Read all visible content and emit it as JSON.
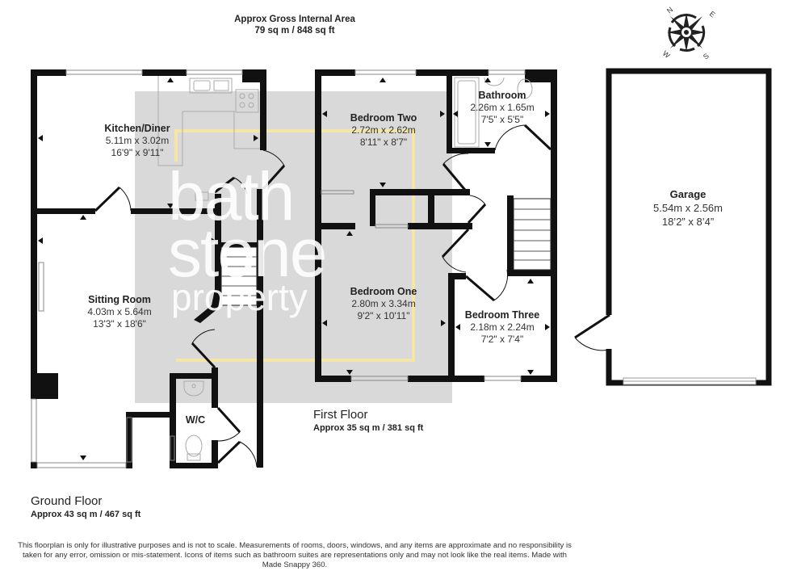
{
  "header": {
    "gross_area_title": "Approx Gross Internal Area",
    "gross_area_value": "79 sq m / 848 sq ft"
  },
  "compass": {
    "icon": "compass-rose-icon",
    "labels": {
      "n": "N",
      "e": "E",
      "s": "S",
      "w": "W"
    }
  },
  "watermark": {
    "line1": "bath",
    "line2": "stone",
    "line3": "property",
    "accent_color": "#f5e6a8",
    "panel_color": "#d9d9d9"
  },
  "ground_floor": {
    "label": "Ground Floor",
    "area": "Approx 43 sq m / 467 sq ft",
    "rooms": [
      {
        "name": "Kitchen/Diner",
        "metric": "5.11m x 3.02m",
        "imperial": "16'9\" x 9'11\""
      },
      {
        "name": "Sitting Room",
        "metric": "4.03m x 5.64m",
        "imperial": "13'3\" x 18'6\""
      },
      {
        "name": "W/C"
      }
    ]
  },
  "first_floor": {
    "label": "First Floor",
    "area": "Approx 35 sq m / 381 sq ft",
    "rooms": [
      {
        "name": "Bedroom Two",
        "metric": "2.72m x 2.62m",
        "imperial": "8'11\" x 8'7\""
      },
      {
        "name": "Bathroom",
        "metric": "2.26m x 1.65m",
        "imperial": "7'5\" x 5'5\""
      },
      {
        "name": "Bedroom One",
        "metric": "2.80m x 3.34m",
        "imperial": "9'2\" x 10'11\""
      },
      {
        "name": "Bedroom Three",
        "metric": "2.18m x 2.24m",
        "imperial": "7'2\" x 7'4\""
      }
    ]
  },
  "garage": {
    "name": "Garage",
    "metric": "5.54m x 2.56m",
    "imperial": "18’2” x 8’4”"
  },
  "disclaimer": "This floorplan is only for illustrative purposes and is not to scale. Measurements of rooms, doors, windows, and any items are approximate and no responsibility is taken for any error, omission or mis-statement. Icons of items such as bathroom suites are representations only and may not look like the real items. Made with Made Snappy 360."
}
